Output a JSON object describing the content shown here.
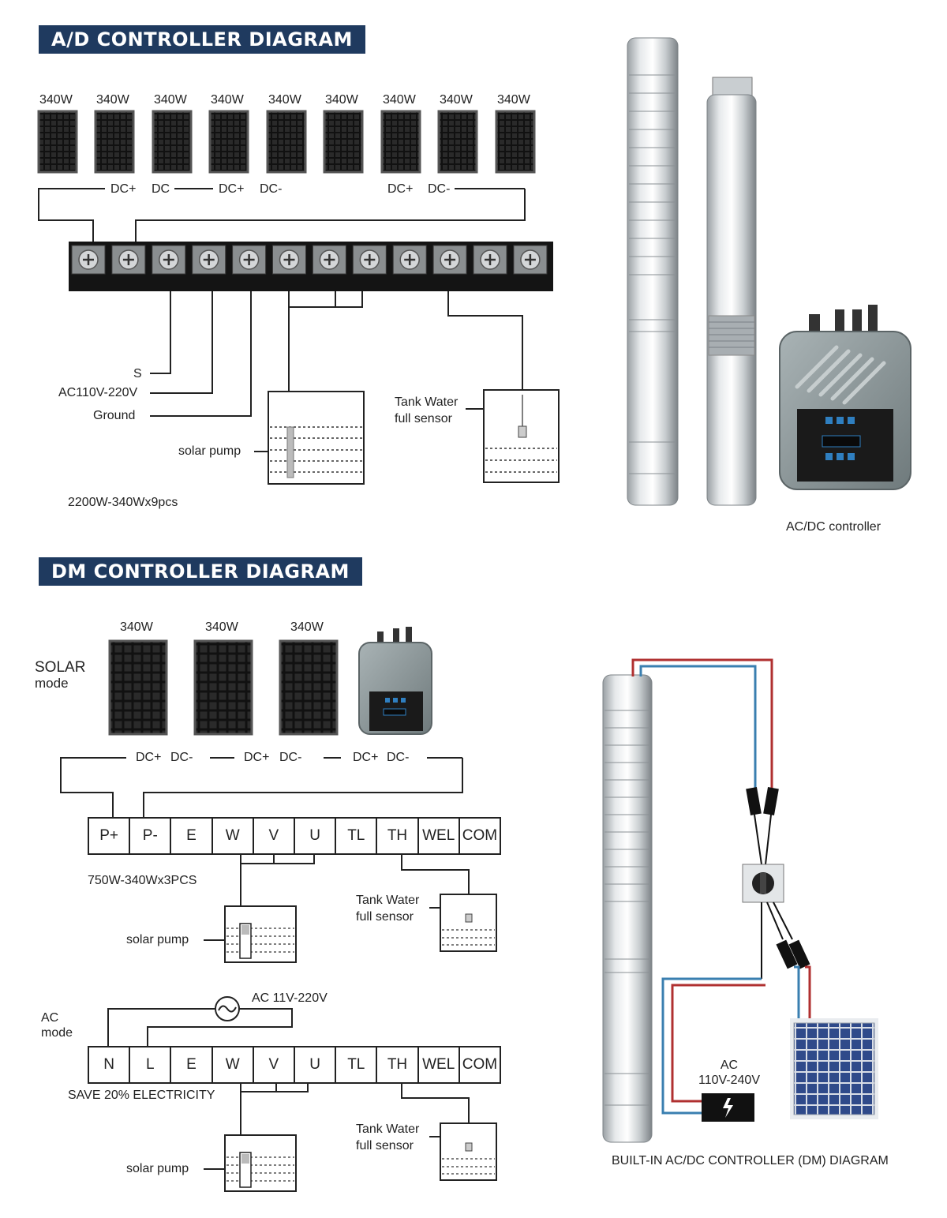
{
  "ad_section": {
    "title": "A/D CONTROLLER DIAGRAM",
    "panel_labels": [
      "340W",
      "340W",
      "340W",
      "340W",
      "340W",
      "340W",
      "340W",
      "340W",
      "340W"
    ],
    "dc_labels": [
      "DC+",
      "DC",
      "DC+",
      "DC-",
      "DC+",
      "DC-"
    ],
    "wire_labels": {
      "s": "S",
      "ac": "AC110V-220V",
      "ground": "Ground"
    },
    "pump_label": "solar pump",
    "sensor_label_line1": "Tank Water",
    "sensor_label_line2": "full sensor",
    "spec": "2200W-340Wx9pcs",
    "terminal_count": 12
  },
  "product_caption": "AC/DC controller",
  "dm_section": {
    "title": "DM CONTROLLER DIAGRAM",
    "solar_mode_line1": "SOLAR",
    "solar_mode_line2": "mode",
    "panel_labels": [
      "340W",
      "340W",
      "340W"
    ],
    "dc_labels": [
      "DC+",
      "DC-",
      "DC+",
      "DC-",
      "DC+",
      "DC-"
    ],
    "solar_terminals": [
      "P+",
      "P-",
      "E",
      "W",
      "V",
      "U",
      "TL",
      "TH",
      "WEL",
      "COM"
    ],
    "solar_spec": "750W-340Wx3PCS",
    "sensor_label_line1": "Tank Water",
    "sensor_label_line2": "full sensor",
    "pump_label": "solar pump",
    "ac_mode_line1": "AC",
    "ac_mode_line2": "mode",
    "ac_source_label": "AC 11V-220V",
    "ac_terminals": [
      "N",
      "L",
      "E",
      "W",
      "V",
      "U",
      "TL",
      "TH",
      "WEL",
      "COM"
    ],
    "ac_note": "SAVE 20% ELECTRICITY",
    "ac_sensor_label_line1": "Tank Water",
    "ac_sensor_label_line2": "full sensor",
    "ac_pump_label": "solar pump"
  },
  "builtin": {
    "ac_line1": "AC",
    "ac_line2": "110V-240V",
    "caption": "BUILT-IN AC/DC CONTROLLER (DM) DIAGRAM"
  },
  "colors": {
    "banner": "#1f3a5f",
    "wire_red": "#b03030",
    "wire_blue": "#3a7fb0",
    "controller": "#8d999b"
  }
}
